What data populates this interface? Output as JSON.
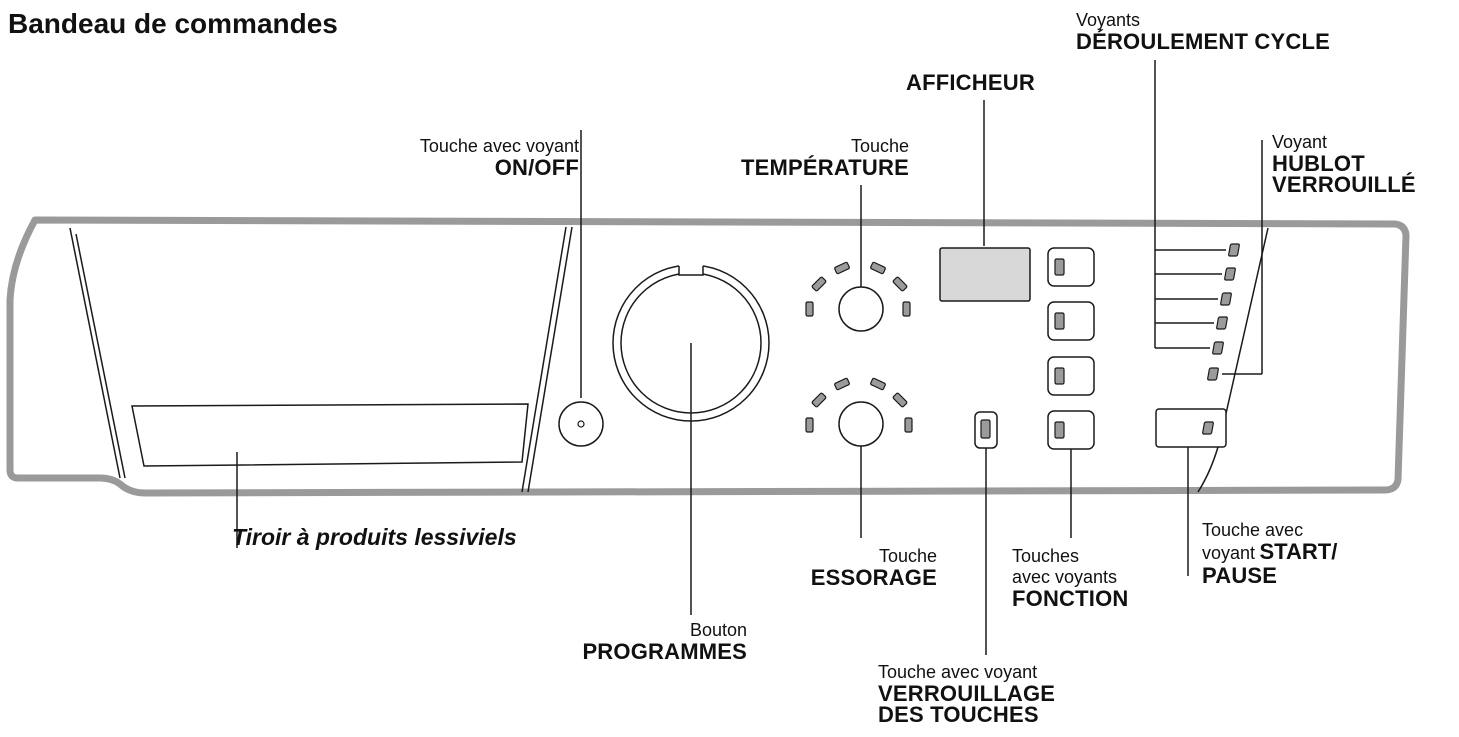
{
  "title": "Bandeau de commandes",
  "labels": {
    "onoff": {
      "small": "Touche avec voyant",
      "bold": "ON/OFF"
    },
    "temperature": {
      "small": "Touche",
      "bold": "TEMPÉRATURE"
    },
    "afficheur": {
      "bold": "AFFICHEUR"
    },
    "deroulement": {
      "small": "Voyants",
      "bold": "DÉROULEMENT CYCLE"
    },
    "hublot": {
      "small": "Voyant",
      "bold1": "HUBLOT",
      "bold2": "VERROUILLÉ"
    },
    "tiroir": {
      "text": "Tiroir à produits lessiviels"
    },
    "essorage": {
      "small": "Touche",
      "bold": "ESSORAGE"
    },
    "programmes": {
      "small": "Bouton",
      "bold": "PROGRAMMES"
    },
    "fonction": {
      "small1": "Touches",
      "small2": "avec voyants",
      "bold": "FONCTION"
    },
    "verrouillage": {
      "small": "Touche avec voyant",
      "bold1": "VERROUILLAGE",
      "bold2": "DES TOUCHES"
    },
    "startpause": {
      "small1": "Touche avec",
      "small2": "voyant",
      "bold1": "START/",
      "bold2": "PAUSE"
    }
  },
  "colors": {
    "panel_outline": "#9a9a9a",
    "line": "#1a1a1a",
    "display_fill": "#d8d8d8",
    "led_fill": "#9b9b9b"
  }
}
